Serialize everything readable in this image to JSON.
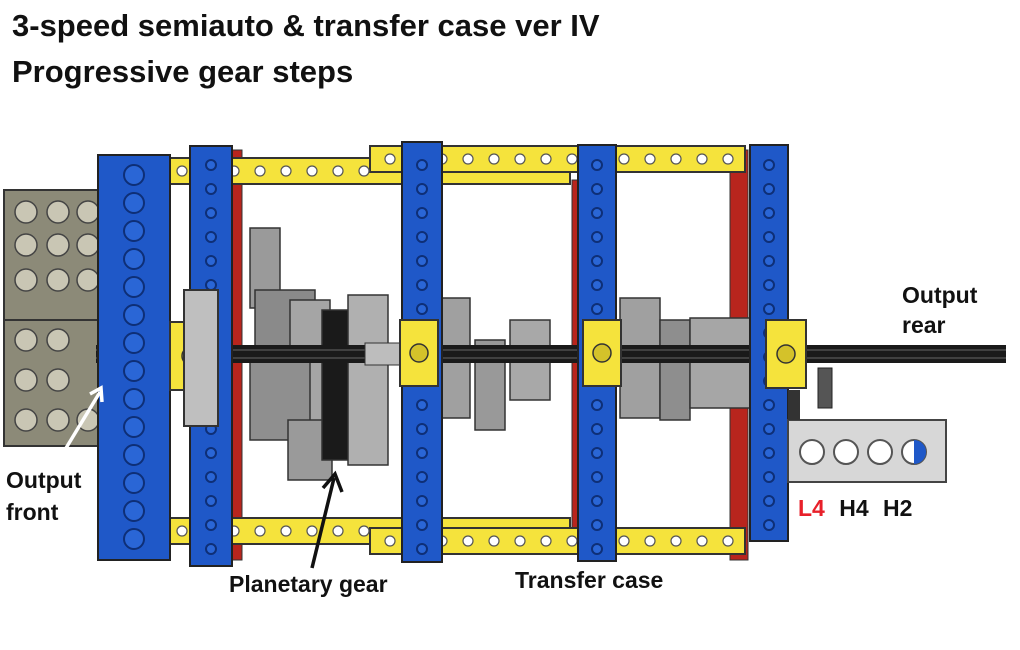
{
  "title_line1": "3-speed semiauto & transfer case ver IV",
  "title_line2": "Progressive gear steps",
  "labels": {
    "output_rear_1": "Output",
    "output_rear_2": "rear",
    "output_front_1": "Output",
    "output_front_2": "front",
    "planetary": "Planetary gear",
    "transfer": "Transfer case"
  },
  "modes": [
    {
      "text": "L4",
      "color": "#e8202a"
    },
    {
      "text": "H4",
      "color": "#111111"
    },
    {
      "text": "H2",
      "color": "#111111"
    }
  ],
  "colors": {
    "beam_blue": "#1f58c8",
    "beam_yellow": "#f5e33c",
    "frame_red": "#b8251d",
    "gear_gray": "#9a9a9a",
    "shaft_black": "#1a1a1a",
    "block_olive": "#8c8a78"
  }
}
